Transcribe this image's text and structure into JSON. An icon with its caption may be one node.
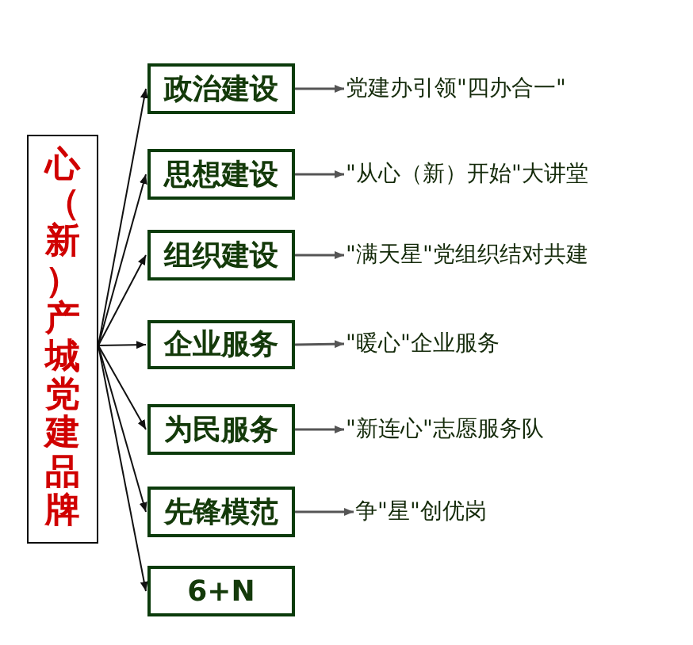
{
  "diagram": {
    "nodes": [
      {
        "text": [
          "心（新）产城党建品牌"
        ]
      },
      {
        "text": [
          "政治建设"
        ]
      },
      {
        "text": [
          "思想建设"
        ]
      },
      {
        "text": [
          "组织建设"
        ]
      },
      {
        "text": [
          "企业服务"
        ]
      },
      {
        "text": [
          "为民服务"
        ]
      },
      {
        "text": [
          "先锋模范"
        ]
      },
      {
        "text": [
          "6+N"
        ]
      },
      {
        "text": [
          "党建办引领\"四办合一\""
        ]
      },
      {
        "text": [
          "\"从心（新）开始\"大讲堂"
        ]
      },
      {
        "text": [
          "\"满天星\"党组织结对共建"
        ]
      },
      {
        "text": [
          "\"暖心\"企业服务"
        ]
      },
      {
        "text": [
          "\"新连心\"志愿服务队"
        ]
      },
      {
        "text": [
          "争\"星\"创优岗"
        ]
      }
    ],
    "edges": [
      {
        "from": 0,
        "to": 1,
        "arrow": "to"
      },
      {
        "from": 0,
        "to": 2,
        "arrow": "to"
      },
      {
        "from": 0,
        "to": 3,
        "arrow": "to"
      },
      {
        "from": 0,
        "to": 4,
        "arrow": "to"
      },
      {
        "from": 0,
        "to": 5,
        "arrow": "to"
      },
      {
        "from": 0,
        "to": 6,
        "arrow": "to"
      },
      {
        "from": 0,
        "to": 7,
        "arrow": "to"
      },
      {
        "from": 1,
        "to": 8,
        "arrow": "to",
        "color": "#555555"
      },
      {
        "from": 2,
        "to": 9,
        "arrow": "to",
        "color": "#555555"
      },
      {
        "from": 3,
        "to": 10,
        "arrow": "to",
        "color": "#555555"
      },
      {
        "from": 4,
        "to": 11,
        "arrow": "to",
        "color": "#555555"
      },
      {
        "from": 5,
        "to": 12,
        "arrow": "to",
        "color": "#555555"
      },
      {
        "from": 6,
        "to": 13,
        "arrow": "to",
        "color": "#555555"
      }
    ]
  }
}
